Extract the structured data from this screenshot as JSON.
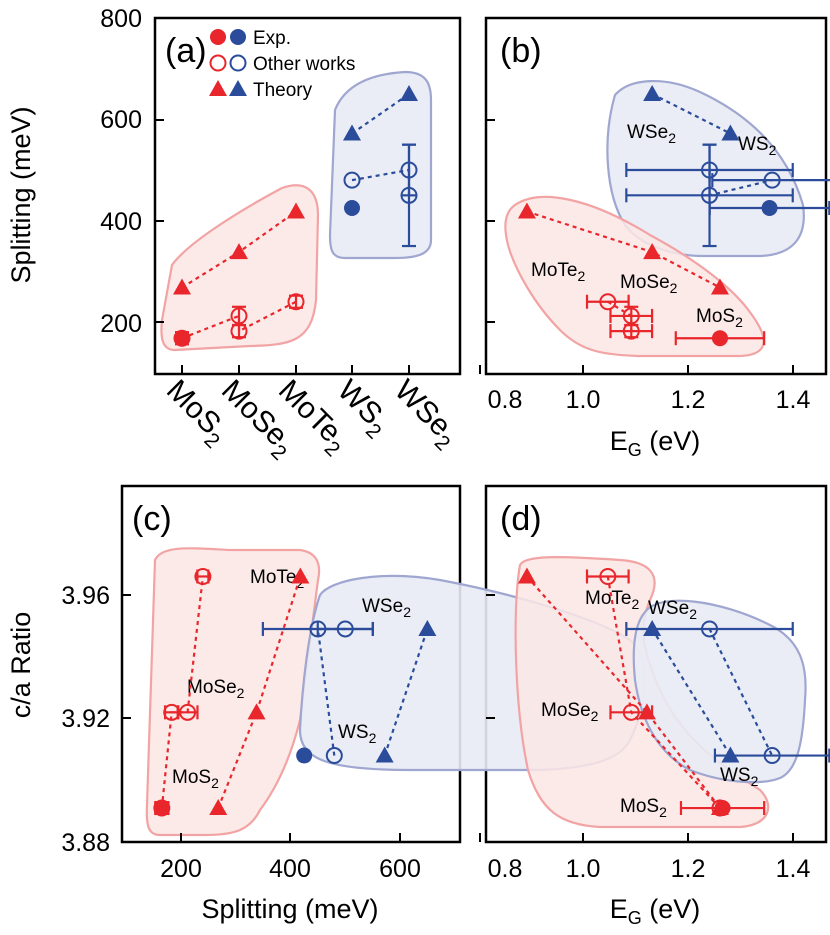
{
  "colors": {
    "mo": "#e8262b",
    "w": "#2b4c9b",
    "mo_fill": "#fbe6e5",
    "mo_edge": "#f2a3a3",
    "w_fill": "#e8ebf4",
    "w_edge": "#9fa6d0"
  },
  "legend": {
    "exp": "Exp.",
    "other": "Other works",
    "theory": "Theory"
  },
  "materials": [
    "MoS2",
    "MoSe2",
    "MoTe2",
    "WS2",
    "WSe2"
  ],
  "chart_data": [
    {
      "panel": "(a)",
      "type": "scatter",
      "xlabel": "",
      "ylabel": "Splitting (meV)",
      "categories": [
        "MoS2",
        "MoSe2",
        "MoTe2",
        "WS2",
        "WSe2"
      ],
      "ylim": [
        90,
        820
      ],
      "yticks": [
        200,
        400,
        600,
        800
      ],
      "series": [
        {
          "name": "Exp.",
          "marker": "filled-circle",
          "points": [
            {
              "x": "MoS2",
              "y": 168,
              "color": "mo"
            },
            {
              "x": "WS2",
              "y": 425,
              "color": "w"
            }
          ]
        },
        {
          "name": "Other works",
          "marker": "open-circle",
          "points": [
            {
              "x": "MoS2",
              "y": 168,
              "color": "mo",
              "yerr": 12
            },
            {
              "x": "MoSe2",
              "y": 212,
              "color": "mo",
              "yerr": 18
            },
            {
              "x": "MoSe2",
              "y": 182,
              "color": "mo",
              "yerr": 12
            },
            {
              "x": "MoTe2",
              "y": 240,
              "color": "mo",
              "yerr": 12
            },
            {
              "x": "WS2",
              "y": 480,
              "color": "w"
            },
            {
              "x": "WSe2",
              "y": 500,
              "color": "w",
              "yerr": 50
            },
            {
              "x": "WSe2",
              "y": 450,
              "color": "w",
              "yerr": 100
            }
          ]
        },
        {
          "name": "Theory",
          "marker": "triangle",
          "points": [
            {
              "x": "MoS2",
              "y": 268,
              "color": "mo"
            },
            {
              "x": "MoSe2",
              "y": 338,
              "color": "mo"
            },
            {
              "x": "MoTe2",
              "y": 418,
              "color": "mo"
            },
            {
              "x": "WS2",
              "y": 572,
              "color": "w"
            },
            {
              "x": "WSe2",
              "y": 650,
              "color": "w"
            }
          ]
        }
      ]
    },
    {
      "panel": "(b)",
      "type": "scatter",
      "xlabel": "EG (eV)",
      "ylabel": "",
      "xlim": [
        0.8,
        1.5
      ],
      "xticks": [
        0.8,
        1.0,
        1.2,
        1.4
      ],
      "ylim": [
        90,
        820
      ],
      "labels": [
        "WSe2",
        "WS2",
        "MoTe2",
        "MoSe2",
        "MoS2"
      ],
      "series": [
        {
          "name": "Exp.",
          "marker": "filled-circle",
          "points": [
            {
              "x": 1.26,
              "y": 168,
              "color": "mo",
              "xerr": 0.085
            },
            {
              "x": 1.355,
              "y": 425,
              "color": "w",
              "xerr": 0.115
            }
          ]
        },
        {
          "name": "Other works",
          "marker": "open-circle",
          "points": [
            {
              "x": 1.045,
              "y": 240,
              "color": "mo",
              "xerr": 0.04
            },
            {
              "x": 1.09,
              "y": 212,
              "color": "mo",
              "xerr": 0.04,
              "yerr": 18
            },
            {
              "x": 1.09,
              "y": 182,
              "color": "mo",
              "xerr": 0.04,
              "yerr": 12
            },
            {
              "x": 1.24,
              "y": 500,
              "color": "w",
              "xerr": 0.16,
              "yerr": 50
            },
            {
              "x": 1.24,
              "y": 450,
              "color": "w",
              "xerr": 0.16,
              "yerr": 100
            },
            {
              "x": 1.36,
              "y": 480,
              "color": "w",
              "xerr": 0.115
            }
          ]
        },
        {
          "name": "Theory",
          "marker": "triangle",
          "points": [
            {
              "x": 0.89,
              "y": 418,
              "color": "mo"
            },
            {
              "x": 1.13,
              "y": 338,
              "color": "mo"
            },
            {
              "x": 1.26,
              "y": 268,
              "color": "mo"
            },
            {
              "x": 1.13,
              "y": 650,
              "color": "w"
            },
            {
              "x": 1.28,
              "y": 572,
              "color": "w"
            }
          ]
        }
      ]
    },
    {
      "panel": "(c)",
      "type": "scatter",
      "xlabel": "Splitting (meV)",
      "ylabel": "c/a Ratio",
      "xlim": [
        100,
        690
      ],
      "xticks": [
        200,
        400,
        600
      ],
      "ylim": [
        3.88,
        3.99
      ],
      "yticks": [
        3.88,
        3.92,
        3.96
      ],
      "labels": [
        "MoTe2",
        "WSe2",
        "MoSe2",
        "WS2",
        "MoS2"
      ],
      "series": [
        {
          "name": "Exp.",
          "marker": "filled-circle",
          "points": [
            {
              "x": 165,
              "y": 3.891,
              "color": "mo",
              "xerr": 12
            },
            {
              "x": 425,
              "y": 3.908,
              "color": "w"
            }
          ]
        },
        {
          "name": "Other works",
          "marker": "open-circle",
          "points": [
            {
              "x": 165,
              "y": 3.891,
              "color": "mo",
              "xerr": 10
            },
            {
              "x": 183,
              "y": 3.922,
              "color": "mo",
              "xerr": 12
            },
            {
              "x": 212,
              "y": 3.922,
              "color": "mo",
              "xerr": 18
            },
            {
              "x": 240,
              "y": 3.966,
              "color": "mo",
              "xerr": 10
            },
            {
              "x": 480,
              "y": 3.908,
              "color": "w"
            },
            {
              "x": 450,
              "y": 3.949,
              "color": "w",
              "xerr": 100
            },
            {
              "x": 500,
              "y": 3.949,
              "color": "w",
              "xerr": 50
            }
          ]
        },
        {
          "name": "Theory",
          "marker": "triangle",
          "points": [
            {
              "x": 268,
              "y": 3.891,
              "color": "mo"
            },
            {
              "x": 338,
              "y": 3.922,
              "color": "mo"
            },
            {
              "x": 418,
              "y": 3.966,
              "color": "mo"
            },
            {
              "x": 572,
              "y": 3.908,
              "color": "w"
            },
            {
              "x": 650,
              "y": 3.949,
              "color": "w"
            }
          ]
        }
      ]
    },
    {
      "panel": "(d)",
      "type": "scatter",
      "xlabel": "EG (eV)",
      "ylabel": "",
      "xlim": [
        0.8,
        1.5
      ],
      "xticks": [
        0.8,
        1.0,
        1.2,
        1.4
      ],
      "ylim": [
        3.88,
        3.99
      ],
      "labels": [
        "MoTe2",
        "WSe2",
        "MoSe2",
        "WS2",
        "MoS2"
      ],
      "series": [
        {
          "name": "Exp.",
          "marker": "filled-circle",
          "points": [
            {
              "x": 1.265,
              "y": 3.891,
              "color": "mo",
              "xerr": 0.08
            }
          ]
        },
        {
          "name": "Other works",
          "marker": "open-circle",
          "points": [
            {
              "x": 1.045,
              "y": 3.966,
              "color": "mo",
              "xerr": 0.04
            },
            {
              "x": 1.09,
              "y": 3.922,
              "color": "mo",
              "xerr": 0.04
            },
            {
              "x": 1.26,
              "y": 3.891,
              "color": "mo"
            },
            {
              "x": 1.24,
              "y": 3.949,
              "color": "w",
              "xerr": 0.16
            },
            {
              "x": 1.36,
              "y": 3.908,
              "color": "w",
              "xerr": 0.11
            }
          ]
        },
        {
          "name": "Theory",
          "marker": "triangle",
          "points": [
            {
              "x": 0.89,
              "y": 3.966,
              "color": "mo"
            },
            {
              "x": 1.12,
              "y": 3.922,
              "color": "mo"
            },
            {
              "x": 1.26,
              "y": 3.891,
              "color": "mo"
            },
            {
              "x": 1.13,
              "y": 3.949,
              "color": "w"
            },
            {
              "x": 1.28,
              "y": 3.908,
              "color": "w"
            }
          ]
        }
      ]
    }
  ]
}
